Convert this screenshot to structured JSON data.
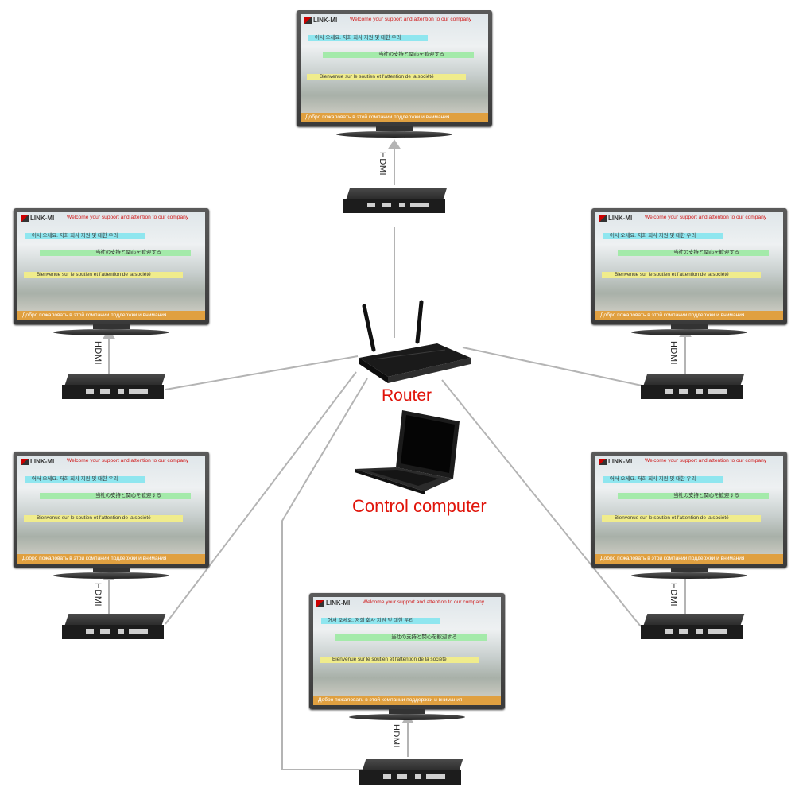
{
  "labels": {
    "router": "Router",
    "control_computer": "Control computer",
    "hdmi": "HDMI"
  },
  "screen": {
    "logo": "LINK-MI",
    "welcome": "Welcome your support and attention to our company",
    "korean": "어서 오세요. 저희 회사 지원 및 대한 우리",
    "japanese": "当社の支持と関心を歓迎する",
    "french": "Bienvenue sur le soutien et l'attention de la société",
    "russian": "Добро пожаловать в   этой компании поддержки   и внимания"
  },
  "colors": {
    "label_red": "#e0140a",
    "wire_gray": "#b4b4b4",
    "welcome_red": "#d01818"
  }
}
